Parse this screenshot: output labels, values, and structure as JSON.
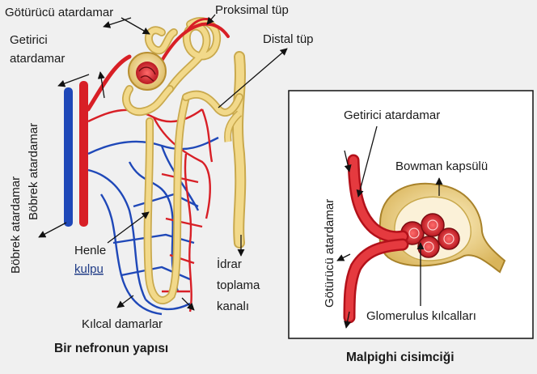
{
  "left_panel": {
    "caption": "Bir nefronun yapısı",
    "labels": {
      "efferent_arteriole": "Götürücü atardamar",
      "proximal_tubule": "Proksimal tüp",
      "afferent_line1": "Getirici",
      "afferent_line2": "atardamar",
      "distal_tubule": "Distal tüp",
      "renal_vein": "Böbrek atardamar",
      "renal_artery": "Böbrek atardamar",
      "henle_line1": "Henle",
      "henle_line2": "kulpu",
      "collecting_line1": "İdrar",
      "collecting_line2": "toplama",
      "collecting_line3": "kanalı",
      "capillaries": "Kılcal damarlar"
    }
  },
  "right_panel": {
    "caption": "Malpighi cisimciği",
    "labels": {
      "afferent": "Getirici atardamar",
      "bowman": "Bowman kapsülü",
      "efferent": "Götürücü atardamar",
      "glomerulus": "Glomerulus kılcalları"
    }
  },
  "colors": {
    "artery": "#d81f26",
    "vein": "#1f48b8",
    "tubule": "#f2d98a",
    "tubule_edge": "#c9a94d",
    "panel_border": "#111111"
  }
}
